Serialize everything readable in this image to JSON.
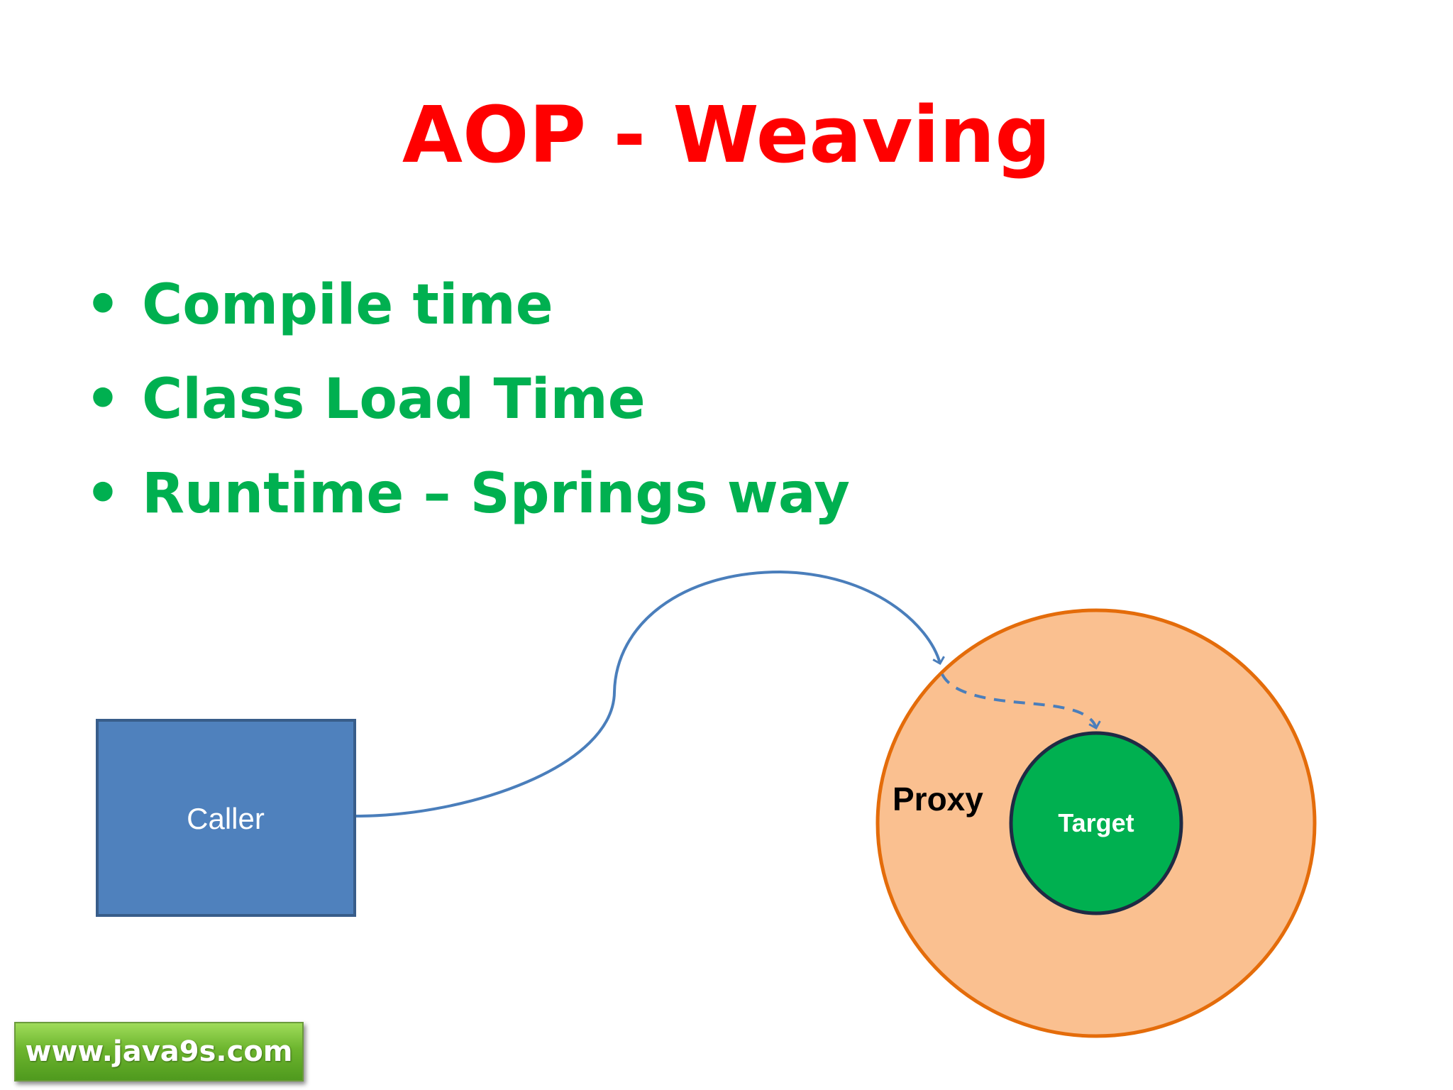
{
  "slide": {
    "title": "AOP - Weaving",
    "bullets": [
      "Compile time",
      "Class Load Time",
      "Runtime – Springs way"
    ],
    "bullet_symbol": "•"
  },
  "diagram": {
    "caller_label": "Caller",
    "proxy_label": "Proxy",
    "target_label": "Target"
  },
  "footer": {
    "website": "www.java9s.com"
  },
  "colors": {
    "title": "#ff0000",
    "bullets": "#00b050",
    "caller_fill": "#4f81bd",
    "caller_stroke": "#385d8a",
    "proxy_fill": "#fac090",
    "proxy_stroke": "#e46c0a",
    "target_fill": "#00b050",
    "target_stroke": "#1f2a44",
    "connector": "#4a7ebb"
  }
}
